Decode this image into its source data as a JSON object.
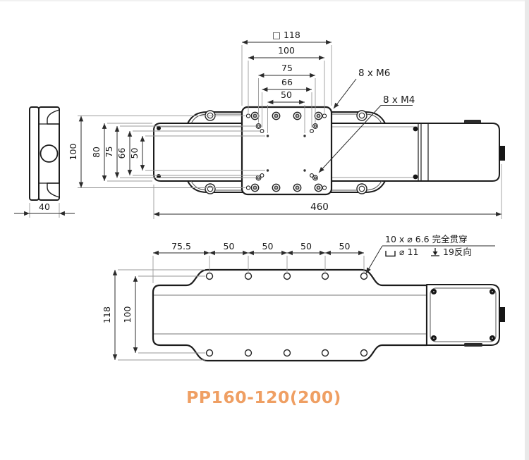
{
  "page": {
    "edge_strip_color": "#e9e9e9",
    "top_strip_color": "#f1f1f1"
  },
  "title": {
    "text": "PP160-120(200)",
    "color": "#EF9F63"
  },
  "side_view": {
    "width_dim": "40"
  },
  "top_view": {
    "top_chain": [
      "□ 118",
      "100",
      "75",
      "66",
      "50"
    ],
    "left_chain": [
      "100",
      "80",
      "75",
      "66",
      "50"
    ],
    "overall_length": "460",
    "callout_m6": "8 x  M6",
    "callout_m4": "8 x  M4"
  },
  "bottom_view": {
    "top_chain": [
      "75.5",
      "50",
      "50",
      "50",
      "50"
    ],
    "left_chain": [
      "118",
      "100"
    ],
    "hole_note": {
      "line1": "10 x ⌀ 6.6 完全贯穿",
      "line2_counterbore": "⌀ 11",
      "line2_depth": "19反向"
    }
  }
}
